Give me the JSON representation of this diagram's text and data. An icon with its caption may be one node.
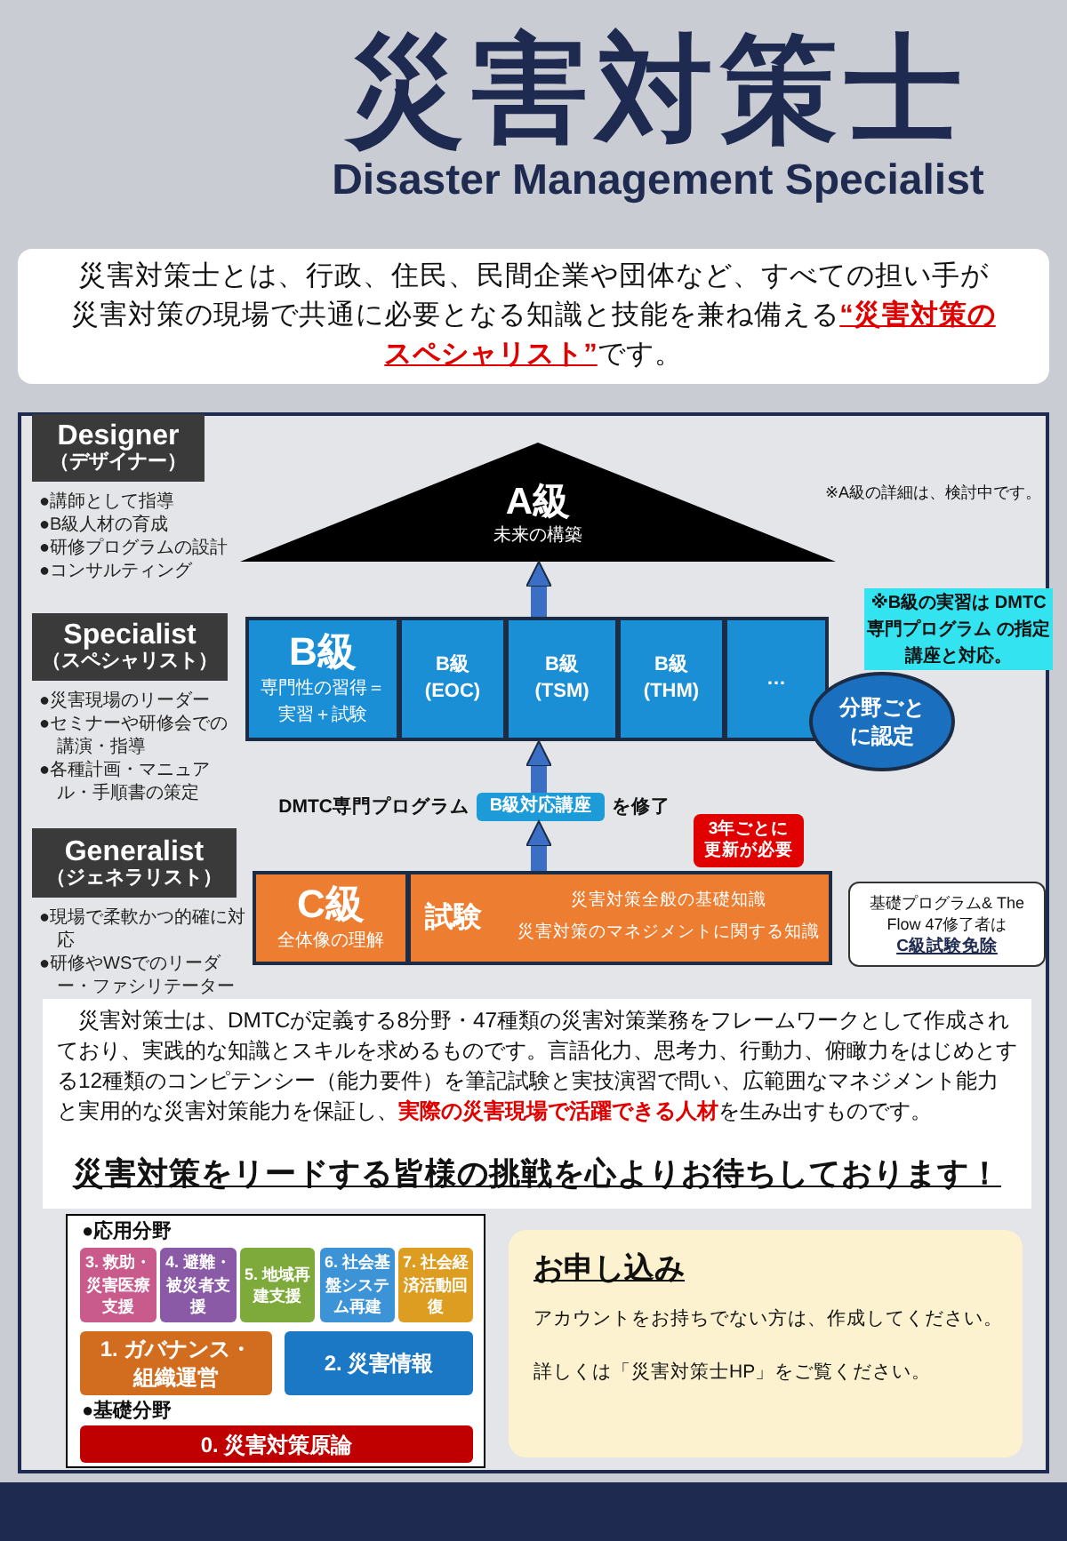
{
  "diagram": {
    "title": "災害対策士",
    "nodes": [
      {
        "text": [
          "災害対策士とは、行政、住民、民間企業や団体など、すべての担い手が災害対策の現場で共通に必要となる知識と技能を兼ね備える**“災害対策のスペシャリスト”**です。"
        ]
      },
      {
        "text": [
          "Designer",
          "（デザイナー）"
        ],
        "beside": [
          "●講師として指導",
          "●B級人材の育成",
          "●研修プログラムの設計",
          "●コンサルティング"
        ]
      },
      {
        "text": [
          "A級",
          "未来の構築"
        ]
      },
      {
        "text": [
          "Specialist",
          "（スペシャリスト）"
        ],
        "beside": [
          "●災害現場のリーダー",
          "●セミナーや研修会での講演・指導",
          "●各種計画・マニュアル・手順書の策定"
        ]
      },
      {
        "text": [
          "B級",
          "専門性の習得＝実習＋試験"
        ]
      },
      {
        "text": [
          "B級 (EOC)"
        ]
      },
      {
        "text": [
          "B級 (TSM)"
        ]
      },
      {
        "text": [
          "B級 (THM)"
        ]
      },
      {
        "text": [
          "…"
        ]
      },
      {
        "text": [
          "※B級の実習は DMTC専門プログラム の指定講座と対応。"
        ]
      },
      {
        "text": [
          "分野ごとに認定"
        ]
      },
      {
        "text": [
          "B級対応講座"
        ],
        "beside": [
          "DMTC専門プログラム",
          "を修了"
        ]
      },
      {
        "text": [
          "3年ごとに更新が必要"
        ]
      },
      {
        "text": [
          "Generalist",
          "（ジェネラリスト）"
        ],
        "beside": [
          "●現場で柔軟かつ的確に対応",
          "●研修やWSでのリーダー・ファシリテーター"
        ]
      },
      {
        "text": [
          "C級",
          "全体像の理解"
        ]
      },
      {
        "text": [
          "試験",
          "災害対策全般の基礎知識",
          "災害対策のマネジメントに関する知識"
        ]
      },
      {
        "text": [
          "基礎プログラム& The Flow 47修了者は",
          "C級試験免除"
        ]
      },
      {
        "text": [
          "●応用分野",
          "●基礎分野"
        ]
      },
      {
        "text": [
          "3. 救助・災害医療支援"
        ],
        "in": 17
      },
      {
        "text": [
          "4. 避難・被災者支援"
        ],
        "in": 17
      },
      {
        "text": [
          "5. 地域再建支援"
        ],
        "in": 17
      },
      {
        "text": [
          "6. 社会基盤システム再建"
        ],
        "in": 17
      },
      {
        "text": [
          "7. 社会経済活動回復"
        ],
        "in": 17
      },
      {
        "text": [
          "1. ガバナンス・組織運営"
        ],
        "in": 17
      },
      {
        "text": [
          "2. 災害情報"
        ],
        "in": 17
      },
      {
        "text": [
          "0. 災害対策原論"
        ],
        "in": 17
      },
      {
        "text": [
          "お申し込み",
          "アカウントをお持ちでない方は、作成してください。",
          "詳しくは「災害対策士HP」をご覧ください。"
        ]
      },
      {
        "text": [
          "災害対策士は、DMTCが定義する8分野・47種類の災害対策業務をフレームワークとして作成されており、実践的な知識とスキルを求めるものです。言語化力、思考力、行動力、俯瞰力をはじめとする12種類のコンピテンシー（能力要件）を筆記試験と実技演習で問い、広範囲なマネジメント能力と実用的な災害対策能力を保証し、**実際の災害現場で活躍できる人材**を生み出すものです。",
          "災害対策をリードする皆様の挑戦を心よりお待ちしております！"
        ]
      }
    ],
    "edges": [
      {
        "from": 15,
        "to": 11,
        "arrow": "to"
      },
      {
        "from": 11,
        "to": 6,
        "arrow": "to"
      },
      {
        "from": 6,
        "to": 2,
        "arrow": "to"
      }
    ],
    "labels": [
      "Disaster Management Specialist",
      "※A級の詳細は、検討中です。"
    ]
  }
}
